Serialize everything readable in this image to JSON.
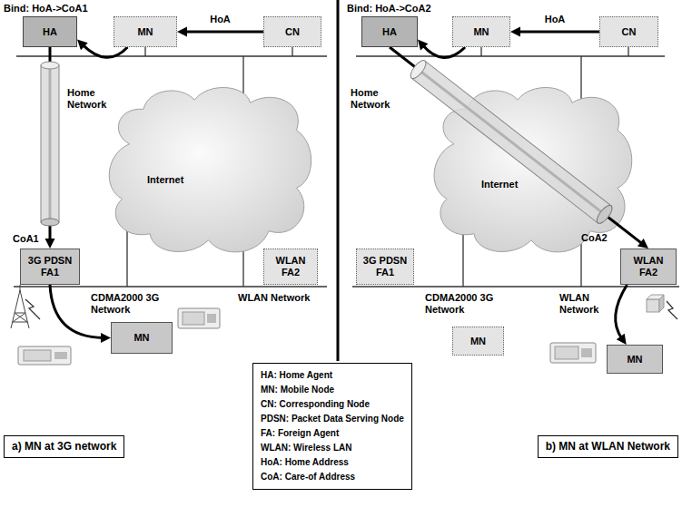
{
  "diagram": {
    "nodes": [
      {
        "text": [
          "HA"
        ]
      },
      {
        "text": [
          "MN"
        ]
      },
      {
        "text": [
          "CN"
        ]
      },
      {
        "text": [
          "Internet"
        ]
      },
      {
        "text": [
          "3G PDSN FA1"
        ]
      },
      {
        "text": [
          "WLAN FA2"
        ]
      },
      {
        "text": [
          "MN"
        ]
      },
      {
        "text": [
          "a) MN at 3G network"
        ]
      },
      {
        "text": [
          "HA"
        ]
      },
      {
        "text": [
          "MN"
        ]
      },
      {
        "text": [
          "CN"
        ]
      },
      {
        "text": [
          "Internet"
        ]
      },
      {
        "text": [
          "3G PDSN FA1"
        ]
      },
      {
        "text": [
          "WLAN FA2"
        ]
      },
      {
        "text": [
          "MN"
        ]
      },
      {
        "text": [
          "MN"
        ]
      },
      {
        "text": [
          "b) MN at WLAN Network"
        ]
      }
    ],
    "edges": [
      {
        "from": 2,
        "to": 1,
        "arrow": "to",
        "label": "HoA"
      },
      {
        "from": 1,
        "to": 0,
        "arrow": "to"
      },
      {
        "from": 0,
        "to": 4,
        "arrow": "to"
      },
      {
        "from": 4,
        "to": 6,
        "arrow": "to"
      },
      {
        "from": 10,
        "to": 9,
        "arrow": "to",
        "label": "HoA"
      },
      {
        "from": 9,
        "to": 8,
        "arrow": "to"
      },
      {
        "from": 8,
        "to": 13,
        "arrow": "to"
      },
      {
        "from": 13,
        "to": 15,
        "arrow": "to"
      }
    ],
    "labels": [
      "Bind: HoA->CoA1",
      "Home Network",
      "CoA1",
      "CDMA2000 3G Network",
      "WLAN Network",
      "Bind: HoA->CoA2",
      "Home Network",
      "CoA2",
      "CDMA2000 3G Network",
      "WLAN Network"
    ],
    "legend": [
      {
        "text": "HA: Home Agent"
      },
      {
        "text": "MN: Mobile Node"
      },
      {
        "text": "CN: Corresponding Node"
      },
      {
        "text": "PDSN: Packet Data Serving Node"
      },
      {
        "text": "FA: Foreign Agent"
      },
      {
        "text": "WLAN: Wireless LAN"
      },
      {
        "text": "HoA: Home Address"
      },
      {
        "text": "CoA: Care-of Address"
      }
    ]
  }
}
